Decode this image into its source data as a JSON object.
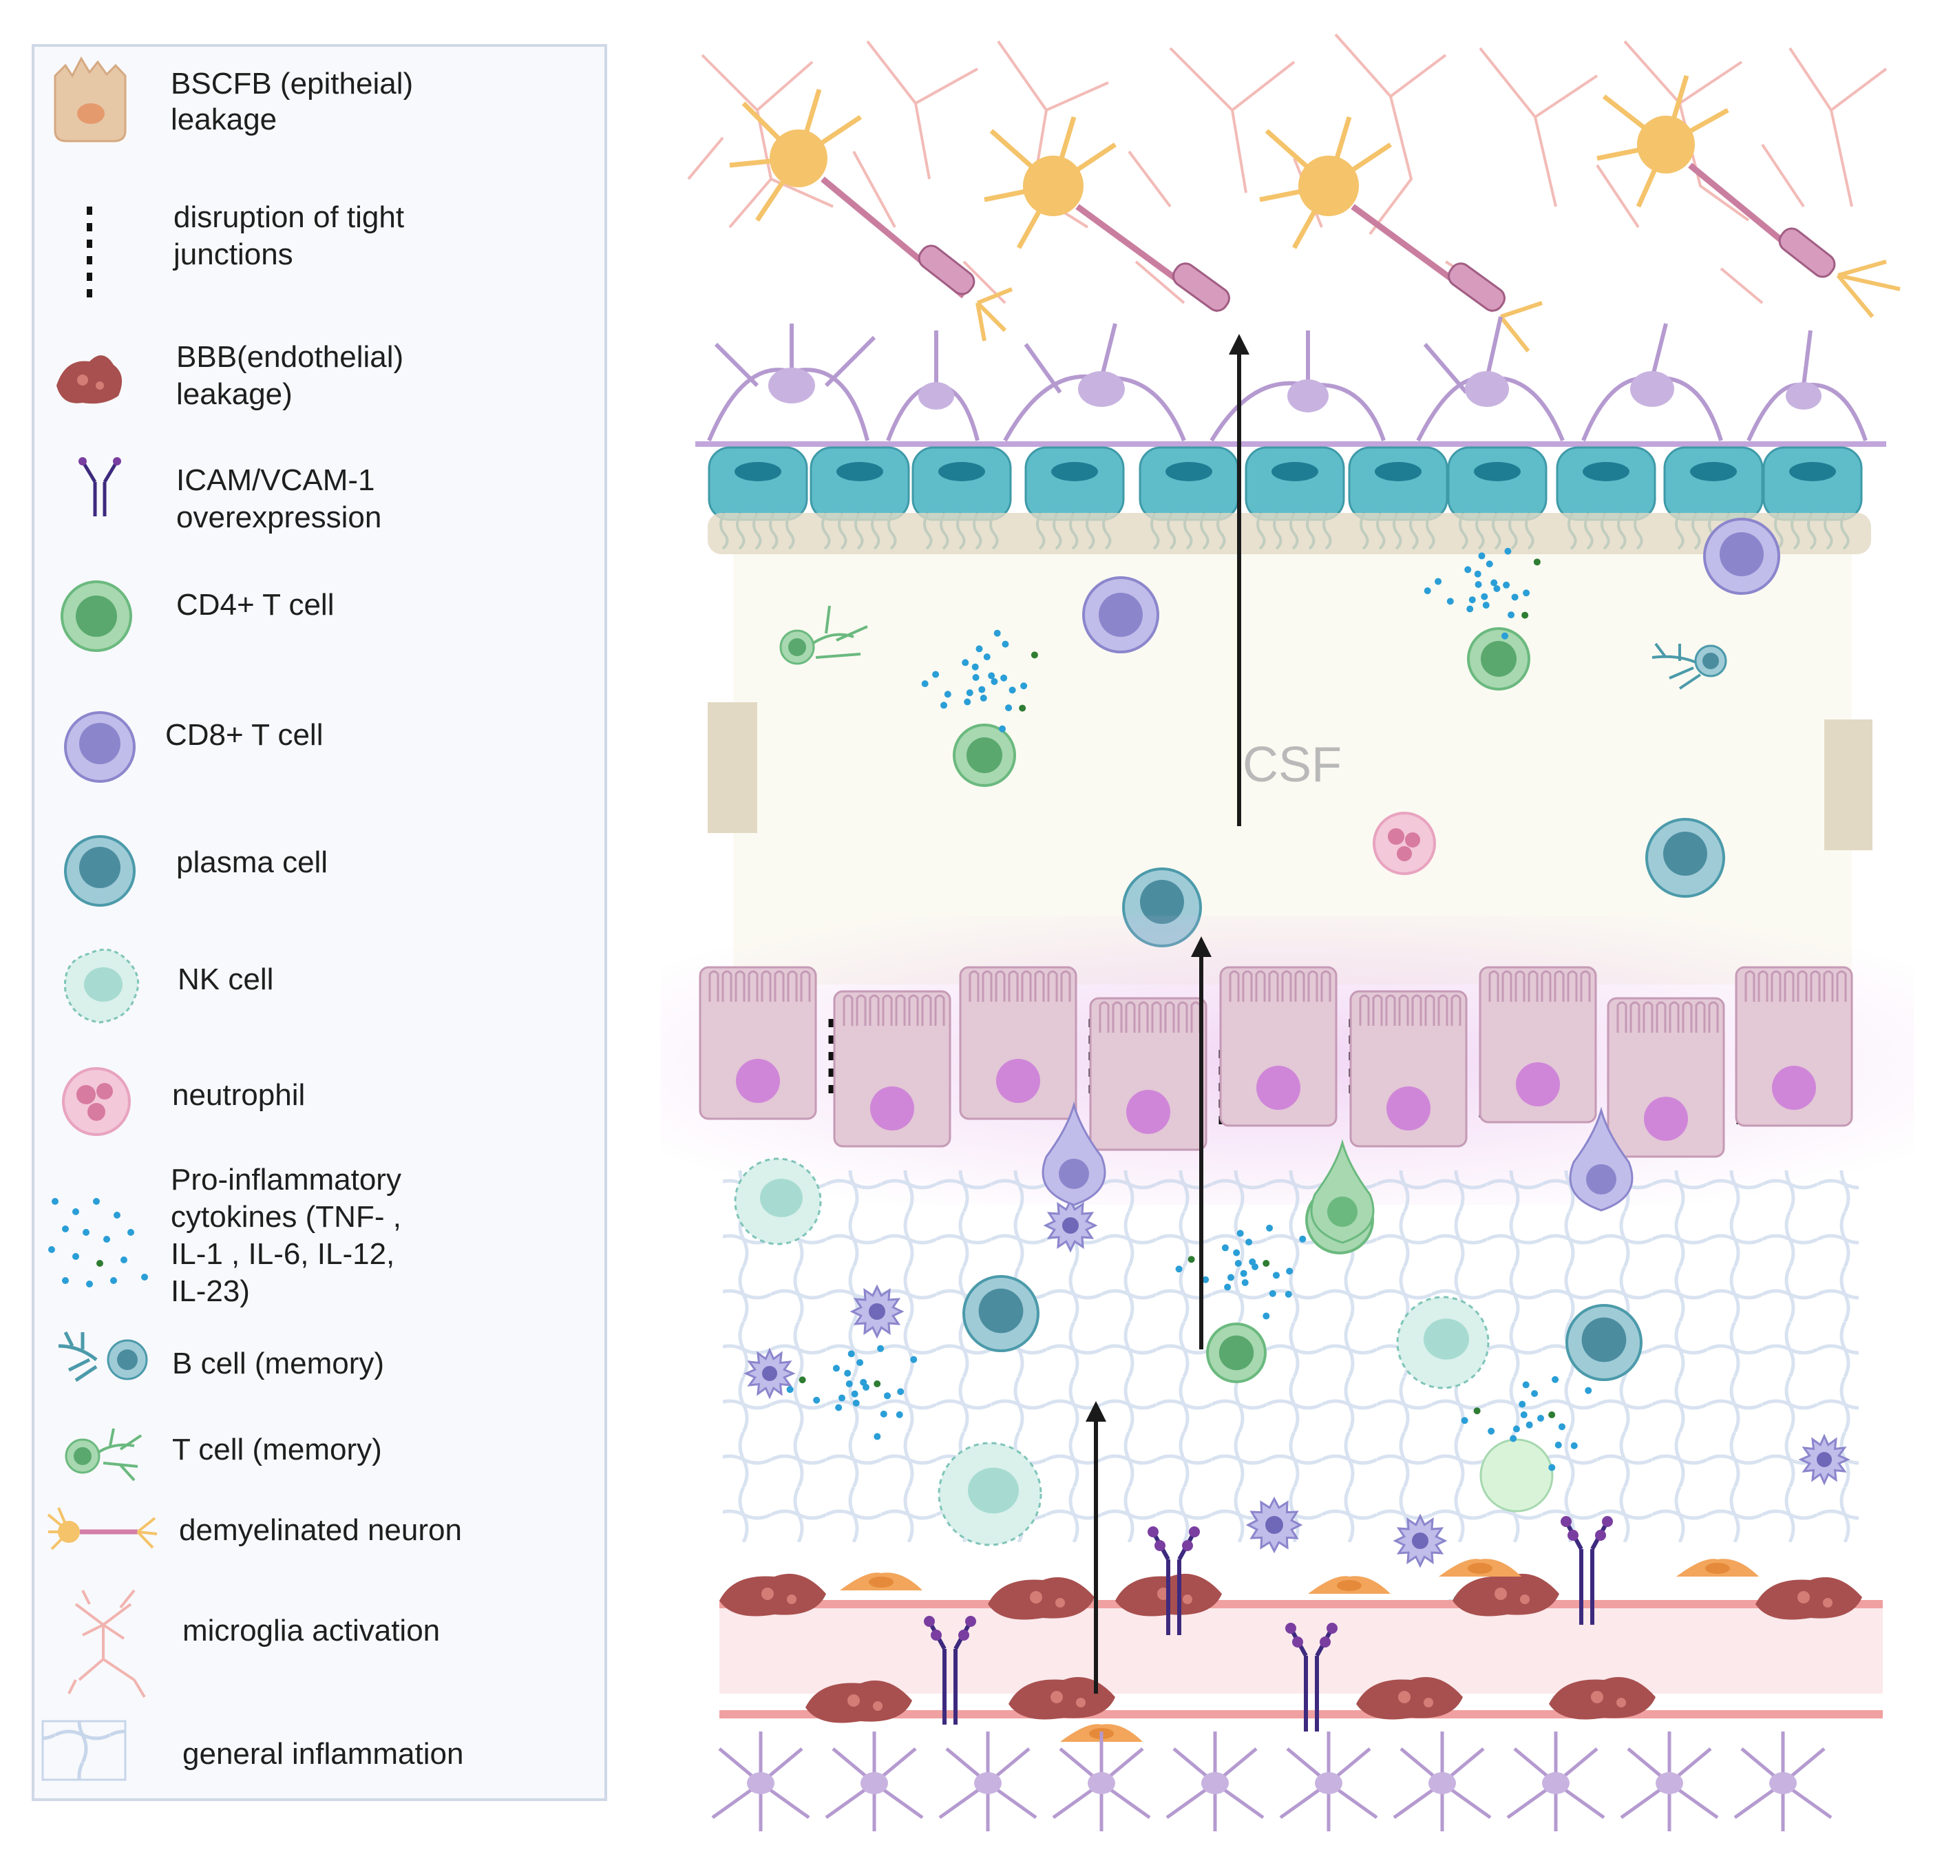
{
  "legend": {
    "items": [
      {
        "key": "bscfb",
        "lines": [
          "BSCFB (epitheial)",
          "leakage"
        ]
      },
      {
        "key": "tight",
        "lines": [
          "disruption of tight",
          "junctions"
        ]
      },
      {
        "key": "bbb",
        "lines": [
          "BBB(endothelial)",
          "leakage)"
        ]
      },
      {
        "key": "icam",
        "lines": [
          "ICAM/VCAM-1",
          "overexpression"
        ]
      },
      {
        "key": "cd4",
        "lines": [
          "CD4+ T cell"
        ]
      },
      {
        "key": "cd8",
        "lines": [
          "CD8+ T cell"
        ]
      },
      {
        "key": "plasma",
        "lines": [
          "plasma cell"
        ]
      },
      {
        "key": "nk",
        "lines": [
          "NK cell"
        ]
      },
      {
        "key": "neutrophil",
        "lines": [
          "neutrophil"
        ]
      },
      {
        "key": "cytokines",
        "lines": [
          "Pro-inflammatory",
          "cytokines (TNF- ,",
          "IL-1 , IL-6, IL-12,",
          "IL-23)"
        ]
      },
      {
        "key": "bcell",
        "lines": [
          "B cell (memory)"
        ]
      },
      {
        "key": "tcell",
        "lines": [
          "T cell (memory)"
        ]
      },
      {
        "key": "neuron",
        "lines": [
          "demyelinated neuron"
        ]
      },
      {
        "key": "microglia",
        "lines": [
          "microglia activation"
        ]
      },
      {
        "key": "inflammation",
        "lines": [
          "general inflammation"
        ]
      }
    ]
  },
  "diagram": {
    "csf_label": "CSF"
  },
  "colors": {
    "legend_border": "#cfd8e6",
    "legend_bg": "#f8f9fc",
    "epithelial": "#e3c8d6",
    "ependymal": "#5fbcc9",
    "csf_bg": "#fbfaf2",
    "tight_junction": "#e2d9c4",
    "endothelial": "#a8504f",
    "pericyte": "#f0a0a0",
    "cd4": "#6bb97f",
    "cd8": "#8b86cc",
    "plasma": "#4b9aaa",
    "nk": "#a7dbd2",
    "neutrophil": "#e8a3bf",
    "cytokine": "#2a9ed6",
    "neuron": "#f4c36a",
    "microglia": "#f1b4b0",
    "astrocyte": "#b59ad0",
    "mesh": "#c7d6ea",
    "arrow": "#1a1a1a"
  }
}
